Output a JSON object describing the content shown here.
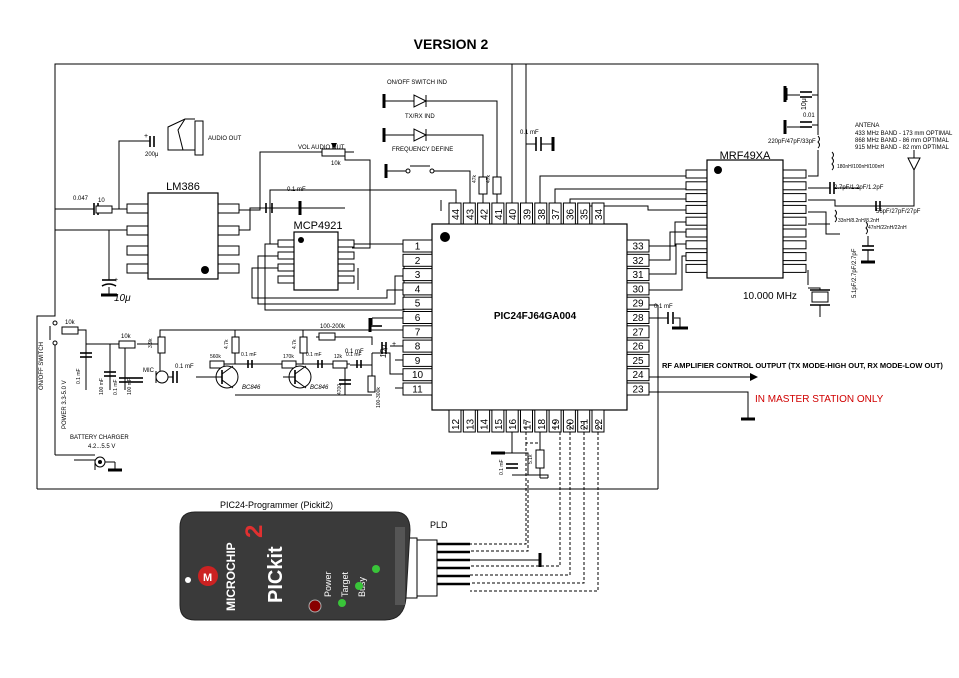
{
  "title": "VERSION 2",
  "chips": {
    "lm386": "LM386",
    "mcp4921": "MCP4921",
    "pic": "PIC24FJ64GA004",
    "mrf": "MRF49XA",
    "crystal": "10.000 MHz"
  },
  "pins": {
    "left": [
      "1",
      "2",
      "3",
      "4",
      "5",
      "6",
      "7",
      "8",
      "9",
      "10",
      "11"
    ],
    "right": [
      "33",
      "32",
      "31",
      "30",
      "29",
      "28",
      "27",
      "26",
      "25",
      "24",
      "23"
    ],
    "top": [
      "44",
      "43",
      "42",
      "41",
      "40",
      "39",
      "38",
      "37",
      "36",
      "35",
      "34"
    ],
    "bottom": [
      "12",
      "13",
      "14",
      "15",
      "16",
      "17",
      "18",
      "19",
      "20",
      "21",
      "22"
    ]
  },
  "labels": {
    "onoff_ind": "ON/OFF SWITCH IND",
    "txrx_ind": "TX/RX IND",
    "freq_define": "FREQUENCY DEFINE",
    "vol_audio_out": "VOL AUDIO OUT",
    "audio_out": "AUDIO OUT",
    "antena": "ANTENA",
    "band433": "433 MHz BAND - 173 mm OPTIMAL",
    "band868": "868 MHz BAND -  86 mm OPTIMAL",
    "band915": "915 MHz BAND -  82 mm OPTIMAL",
    "rf_amp": "RF AMPLIFIER CONTROL OUTPUT (TX MODE-HIGH OUT, RX MODE-LOW OUT)",
    "master_only": "IN MASTER STATION ONLY",
    "onoff_switch": "ON/OFF SWITCH",
    "power": "POWER  3.3-5.0 V",
    "battery_charger": "BATTERY CHARGER",
    "charger_v": "4.2...5.5 V",
    "mic": "MIC",
    "pld": "PLD",
    "programmer": "PIC24-Programmer (Pickit2)",
    "microchip": "MICROCHIP",
    "pickit": "PICkit",
    "pickit_num": "2",
    "power_led": "Power",
    "target_led": "Target",
    "busy_led": "Busy"
  },
  "components": {
    "c_200u": "200μ",
    "c_0047": "0.047",
    "r_10": "10",
    "c_10u_lm": "10μ",
    "c_01_vol": "0.1 mF",
    "pot_10k": "10k",
    "c_01_top": "0.1 mF",
    "r_47k_a": "47k",
    "r_47k_b": "47k",
    "c_10u_rf": "10μ",
    "c_001": "0.01",
    "c_220p": "220pF/47pF/33pF",
    "l_180n": "180nH/100nH/100nH",
    "c_27p": "2.7pF/1.2pF/1.2pF",
    "c_56p": "56pF/27pF/27pF",
    "l_33n": "33nH/8.2nH/8.2nH",
    "l_47n": "47nH/22nH/22nH",
    "c_51p": "5.1pF/2.7pF/2.7pF",
    "c_01_p29": "0.1 mF",
    "r_100_200k": "100-200k",
    "c_01_out": "0.1 mF",
    "c_10u_out": "10μ",
    "r_10k_in": "10k",
    "r_10k_b": "10k",
    "c_01_in": "0.1 mF",
    "c_100u_in": "100 mF",
    "c_01_in2": "0.1 mF",
    "c_100u_in2": "100 mF",
    "r_39k": "3.9k",
    "c_01_mic": "0.1 mF",
    "r_560k": "560k",
    "r_47k_q1": "4.7k",
    "c_01_q1": "0.1 mF",
    "r_170k": "170k",
    "r_47k_q2": "4.7k",
    "c_01_q2": "0.1 mF",
    "r_12k": "12k",
    "c_01_q3": "0.1 mF",
    "c_4700": "4700",
    "r_100_300k": "100-300k",
    "q1": "BC846",
    "q2": "BC846",
    "c_01_bot": "0.1 mF",
    "r_51k": "5.1k"
  }
}
